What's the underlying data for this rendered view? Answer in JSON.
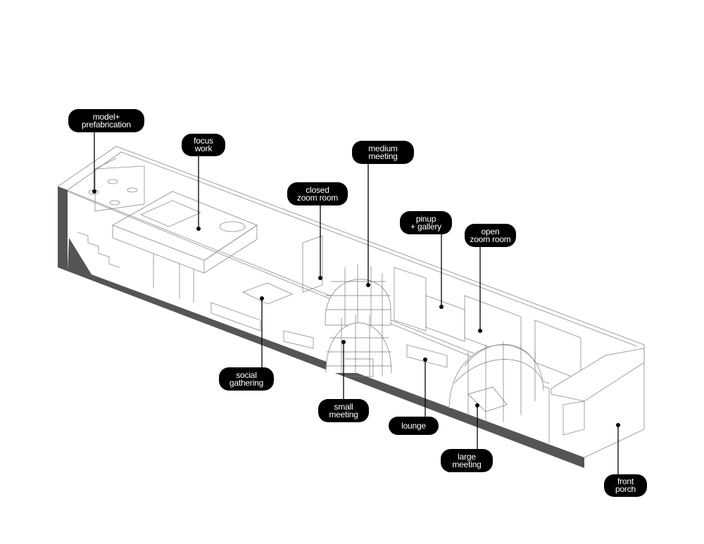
{
  "labels": {
    "model": {
      "line1": "model+",
      "line2": "prefabrication"
    },
    "focus": {
      "line1": "focus",
      "line2": "work"
    },
    "closed_zoom": {
      "line1": "closed",
      "line2": "zoom room"
    },
    "medium": {
      "line1": "medium",
      "line2": "meeting"
    },
    "pinup": {
      "line1": "pinup",
      "line2": "+ gallery"
    },
    "open_zoom": {
      "line1": "open",
      "line2": "zoom room"
    },
    "social": {
      "line1": "social",
      "line2": "gathering"
    },
    "small": {
      "line1": "small",
      "line2": "meeting"
    },
    "lounge": {
      "line1": "lounge"
    },
    "large": {
      "line1": "large",
      "line2": "meeting"
    },
    "porch": {
      "line1": "front",
      "line2": "porch"
    }
  },
  "colors": {
    "label_bg": "#000000",
    "label_text": "#ffffff",
    "section_cut": "#555555",
    "linework": "#777777"
  }
}
